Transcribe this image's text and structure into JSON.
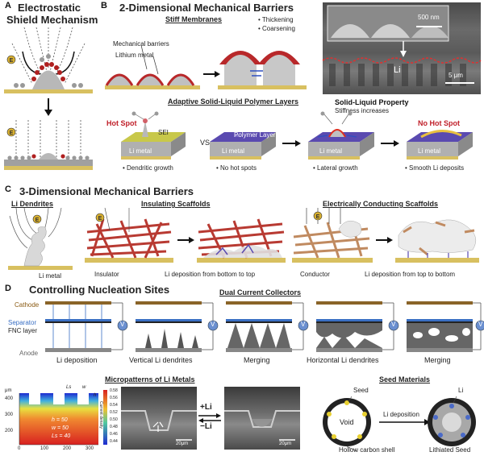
{
  "panels": {
    "a": {
      "letter": "A",
      "title_line1": "Electrostatic",
      "title_line2": "Shield Mechanism"
    },
    "b": {
      "letter": "B",
      "title": "2-Dimensional Mechanical Barriers",
      "stiff_title": "Stiff Membranes",
      "mech_barriers": "Mechanical barriers",
      "lithium_metal": "Lithium metal",
      "thickening": "• Thickening",
      "coarsening": "• Coarsening",
      "scale_500nm": "500 nm",
      "li_label": "Li",
      "scale_5um": "5 μm",
      "adaptive_title": "Adaptive Solid-Liquid Polymer Layers",
      "hot_spot": "Hot Spot",
      "sei": "SEI",
      "li_metal": "Li metal",
      "vs": "VS",
      "polymer_layer": "Polymer Layer",
      "solid_liquid": "Solid-Liquid Property",
      "stiffness": "Stiffness increases",
      "no_hot_spot": "No Hot Spot",
      "cap1": "• Dendritic growth",
      "cap2": "• No hot spots",
      "cap3": "• Lateral growth",
      "cap4": "• Smooth Li deposits"
    },
    "c": {
      "letter": "C",
      "title": "3-Dimensional Mechanical Barriers",
      "li_dendrites": "Li Dendrites",
      "li_metal": "Li metal",
      "insulating": "Insulating Scaffolds",
      "insulator": "Insulator",
      "ins_caption": "Li deposition from bottom to top",
      "conducting": "Electrically Conducting Scaffolds",
      "conductor": "Conductor",
      "con_caption": "Li deposition from top to bottom"
    },
    "d": {
      "letter": "D",
      "title": "Controlling Nucleation Sites",
      "dual_title": "Dual Current Collectors",
      "cathode": "Cathode",
      "separator": "Separator",
      "fnc": "FNC layer",
      "anode": "Anode",
      "v": "V",
      "steps": [
        "Li deposition",
        "Vertical Li dendrites",
        "Merging",
        "Horizontal Li dendrites",
        "Merging"
      ],
      "micro_title": "Micropatterns of Li Metals",
      "axis_um": "μm",
      "h_label": "h = 50",
      "w_label": "w = 50",
      "ls_label": "Ls = 40",
      "x_ticks": [
        "0",
        "100",
        "200",
        "300"
      ],
      "y_ticks": [
        "400",
        "300",
        "200"
      ],
      "cb_ticks": [
        "0.58",
        "0.56",
        "0.54",
        "0.52",
        "0.50",
        "0.48",
        "0.46",
        "0.44"
      ],
      "cb_title": "Current density",
      "ls": "Ls",
      "w": "w",
      "h": "h",
      "plus_li": "+Li",
      "minus_li": "−Li",
      "scale_20um": "20μm",
      "seed_title": "Seed Materials",
      "seed": "Seed",
      "void": "Void",
      "li_deposition": "Li deposition",
      "li": "Li",
      "hollow_shell": "Hollow carbon shell",
      "lithiated_seed": "Lithiated Seed"
    }
  },
  "colors": {
    "gold": "#d8c060",
    "li_gray": "#b8b8b8",
    "red_membrane": "#b8282a",
    "polymer_purple": "#5a4ab0",
    "sei_olive": "#b4b44a",
    "cathode_brown": "#8a6428",
    "separator_blue": "#3a6fc4",
    "scaffold_red": "#b83a32",
    "conductor_tan": "#c08a60"
  }
}
